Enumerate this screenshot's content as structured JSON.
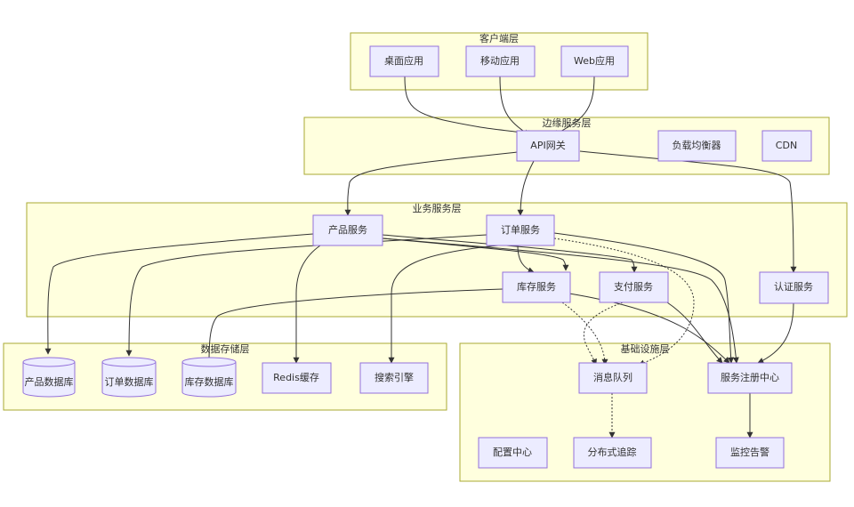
{
  "clusters": {
    "client": "客户端层",
    "edge": "边缘服务层",
    "business": "业务服务层",
    "storage": "数据存储层",
    "infra": "基础设施层"
  },
  "nodes": {
    "desktop": "桌面应用",
    "mobile": "移动应用",
    "web": "Web应用",
    "gateway": "API网关",
    "lb": "负载均衡器",
    "cdn": "CDN",
    "product_svc": "产品服务",
    "order_svc": "订单服务",
    "inventory_svc": "库存服务",
    "payment_svc": "支付服务",
    "auth_svc": "认证服务",
    "product_db": "产品数据库",
    "order_db": "订单数据库",
    "inventory_db": "库存数据库",
    "redis": "Redis缓存",
    "search": "搜索引擎",
    "mq": "消息队列",
    "registry": "服务注册中心",
    "config": "配置中心",
    "tracing": "分布式追踪",
    "monitor": "监控告警"
  },
  "colors": {
    "cluster_fill": "#ffffde",
    "cluster_stroke": "#aaaa33",
    "node_fill": "#ececff",
    "node_stroke": "#9370db",
    "edge": "#333333"
  }
}
